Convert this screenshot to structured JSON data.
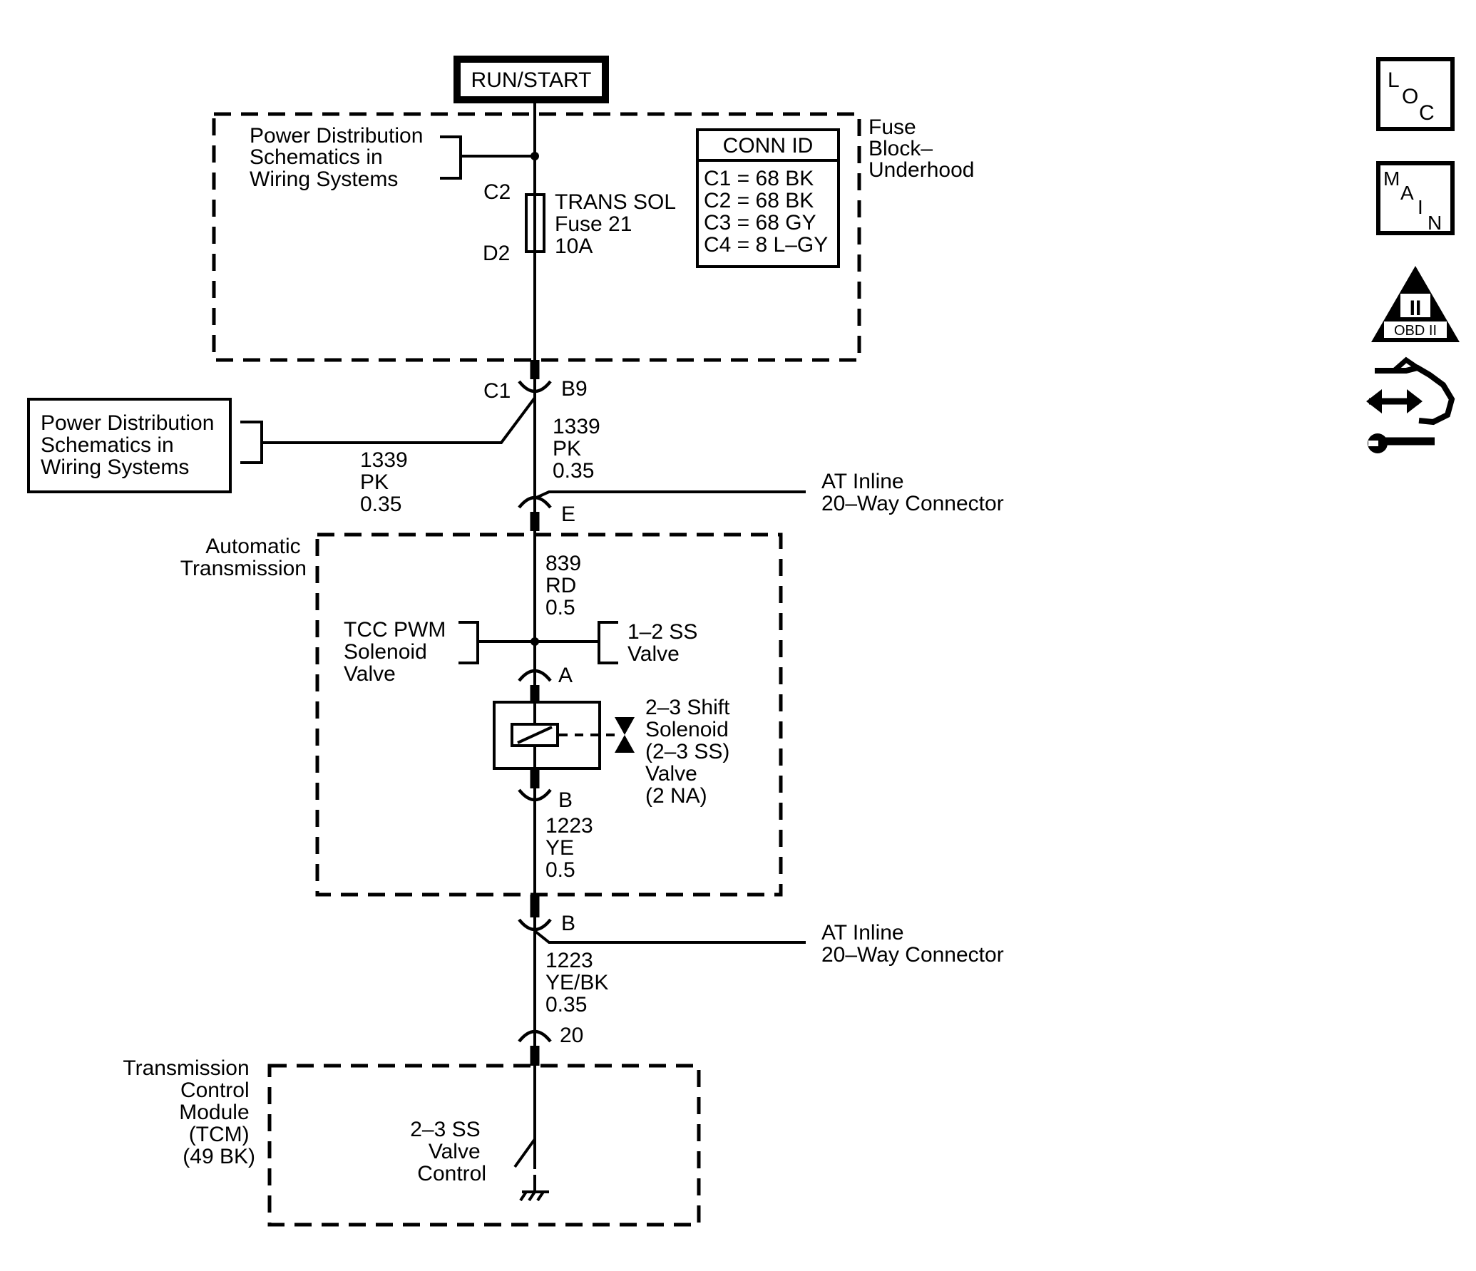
{
  "power_source": {
    "label": "RUN/START"
  },
  "fuse_block": {
    "name_lines": [
      "Fuse",
      "Block–",
      "Underhood"
    ],
    "power_ref_lines": [
      "Power Distribution",
      "Schematics in",
      "Wiring Systems"
    ],
    "fuse_top_connector": "C2",
    "fuse_bottom_connector": "D2",
    "fuse_lines": [
      "TRANS SOL",
      "Fuse 21",
      "10A"
    ],
    "conn_id_title": "CONN ID",
    "conn_ids": [
      "C1 = 68 BK",
      "C2 = 68 BK",
      "C3 = 68 GY",
      "C4 = 8 L–GY"
    ]
  },
  "splice": {
    "connector": "C1",
    "pin": "B9",
    "ref_box_lines": [
      "Power Distribution",
      "Schematics in",
      "Wiring Systems"
    ],
    "branch_wire": [
      "1339",
      "PK",
      "0.35"
    ],
    "main_wire": [
      "1339",
      "PK",
      "0.35"
    ]
  },
  "inline_connector_top": {
    "pin": "E",
    "name_lines": [
      "AT Inline",
      "20–Way Connector"
    ]
  },
  "automatic_transmission": {
    "name_lines": [
      "Automatic",
      "Transmission"
    ],
    "wire_in": [
      "839",
      "RD",
      "0.5"
    ],
    "tcc_lines": [
      "TCC PWM",
      "Solenoid",
      "Valve"
    ],
    "ss12_lines": [
      "1–2 SS",
      "Valve"
    ],
    "pin_a": "A",
    "solenoid_lines": [
      "2–3 Shift",
      "Solenoid",
      "(2–3 SS)",
      "Valve",
      "(2 NA)"
    ],
    "pin_b": "B",
    "wire_out": [
      "1223",
      "YE",
      "0.5"
    ]
  },
  "inline_connector_bottom": {
    "pin": "B",
    "name_lines": [
      "AT Inline",
      "20–Way Connector"
    ],
    "wire": [
      "1223",
      "YE/BK",
      "0.35"
    ]
  },
  "tcm": {
    "pin": "20",
    "name_lines": [
      "Transmission",
      "Control",
      "Module",
      "(TCM)",
      "(49 BK)"
    ],
    "control_lines": [
      "2–3 SS",
      "Valve",
      "Control"
    ]
  },
  "side_icons": {
    "loc": [
      "L",
      "O",
      "C"
    ],
    "main": [
      "M",
      "A",
      "I",
      "N"
    ],
    "obd_numeral": "II",
    "obd_label": "OBD II"
  }
}
